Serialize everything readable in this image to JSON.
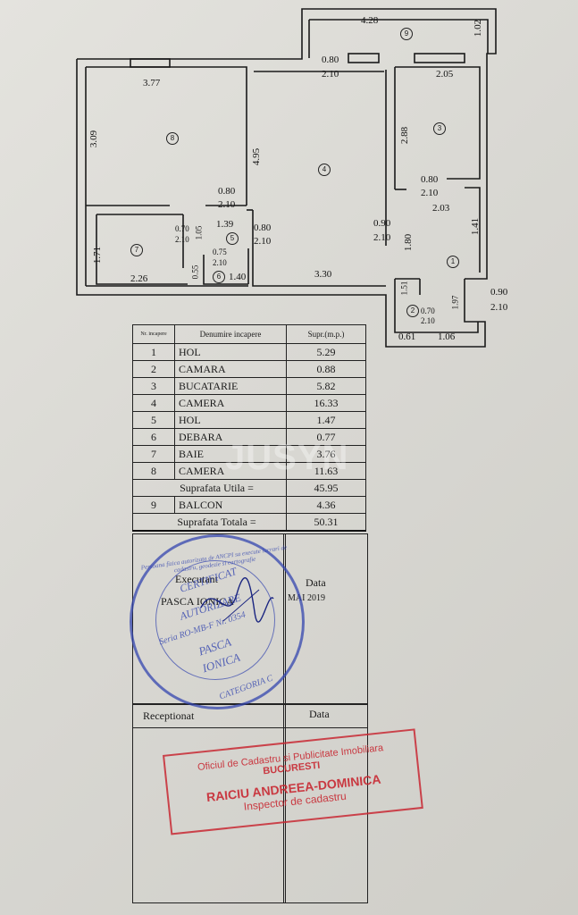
{
  "plan": {
    "dims": {
      "d1": "4.28",
      "d2": "1.02",
      "d3": "0.80",
      "d4": "2.10",
      "d5": "3.77",
      "d6": "2.05",
      "d7": "3.09",
      "d8": "4.95",
      "d9": "2.88",
      "d10": "0.80",
      "d11": "2.10",
      "d12": "0.80",
      "d13": "2.10",
      "d14": "2.03",
      "d15": "1.39",
      "d16": "0.80",
      "d17": "2.10",
      "d18": "0.90",
      "d19": "2.10",
      "d20": "1.41",
      "d21": "0.70",
      "d22": "2.10",
      "d23": "1.05",
      "d24": "1.71",
      "d25": "0.75",
      "d26": "2.10",
      "d27": "1.80",
      "d28": "2.26",
      "d29": "0.55",
      "d30": "1.40",
      "d31": "3.30",
      "d32": "1.51",
      "d33": "1.97",
      "d34": "0.90",
      "d35": "2.10",
      "d36": "0.70",
      "d37": "2.10",
      "d38": "0.61",
      "d39": "1.06"
    },
    "rooms": [
      "1",
      "2",
      "3",
      "4",
      "5",
      "6",
      "7",
      "8",
      "9"
    ]
  },
  "table": {
    "headers": [
      "Nr. incapere",
      "Denumire incapere",
      "Supr.(m.p.)"
    ],
    "rows": [
      {
        "nr": "1",
        "name": "HOL",
        "area": "5.29"
      },
      {
        "nr": "2",
        "name": "CAMARA",
        "area": "0.88"
      },
      {
        "nr": "3",
        "name": "BUCATARIE",
        "area": "5.82"
      },
      {
        "nr": "4",
        "name": "CAMERA",
        "area": "16.33"
      },
      {
        "nr": "5",
        "name": "HOL",
        "area": "1.47"
      },
      {
        "nr": "6",
        "name": "DEBARA",
        "area": "0.77"
      },
      {
        "nr": "7",
        "name": "BAIE",
        "area": "3.76"
      },
      {
        "nr": "8",
        "name": "CAMERA",
        "area": "11.63"
      }
    ],
    "util_label": "Suprafata Utila =",
    "util_value": "45.95",
    "balcon": {
      "nr": "9",
      "name": "BALCON",
      "area": "4.36"
    },
    "total_label": "Suprafata Totala =",
    "total_value": "50.31"
  },
  "sign": {
    "executant_label": "Executant",
    "executant_name": "PASCA IONICA",
    "data_label": "Data",
    "data_value": "MAI 2019",
    "receptionat_label": "Receptionat",
    "data_label2": "Data"
  },
  "stamp_round": {
    "outer_text": "Persoana fizica autorizata de ANCPI sa execute lucrari de cadastru, geodezie si cartografie",
    "l1": "CERTIFICAT",
    "l2": "AUTORIZARE",
    "l3": "Seria RO-MB-F Nr. 0354",
    "l4": "PASCA",
    "l5": "IONICA",
    "category": "CATEGORIA C"
  },
  "stamp_rect": {
    "l1": "Oficiul de Cadastru si Publicitate Imobiliara",
    "l2": "BUCURESTI",
    "l3": "RAICIU ANDREEA-DOMINICA",
    "l4": "Inspector de cadastru"
  },
  "watermark": "JUSYN",
  "colors": {
    "stamp_blue": "#3446af",
    "stamp_red": "#c82832"
  }
}
